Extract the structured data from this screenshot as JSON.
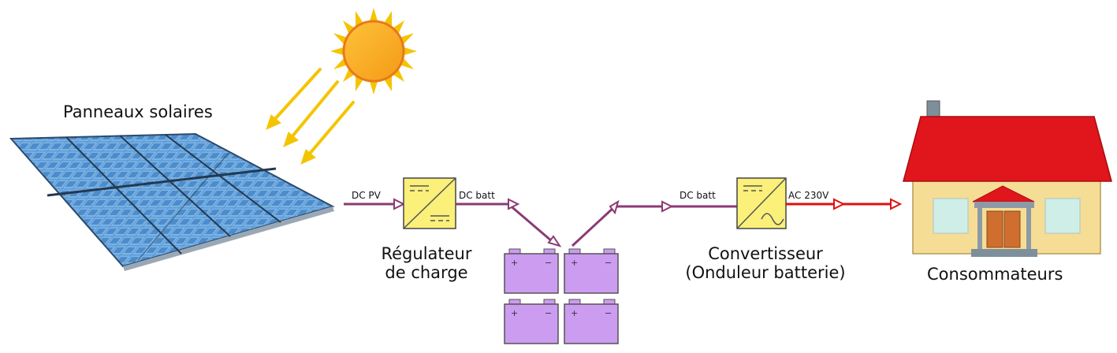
{
  "labels": {
    "panels": "Panneaux solaires",
    "regulator_line1": "Régulateur",
    "regulator_line2": "de charge",
    "converter_line1": "Convertisseur",
    "converter_line2": "(Onduleur batterie)",
    "consumers": "Consommateurs"
  },
  "links": {
    "dc_pv": "DC PV",
    "dc_batt_out": "DC batt",
    "dc_batt_in": "DC batt",
    "ac": "AC 230V"
  },
  "battery": {
    "plus": "+",
    "minus": "−"
  },
  "colors": {
    "dc_line": "#8b3a74",
    "ac_line": "#e01010",
    "box_fill": "#faf07a",
    "battery_fill": "#cc9cf0",
    "sun": "#f6a620",
    "sun_rays": "#f5c400",
    "roof": "#e0161c",
    "wall": "#f5dd95",
    "panel": "#5a98d4"
  }
}
